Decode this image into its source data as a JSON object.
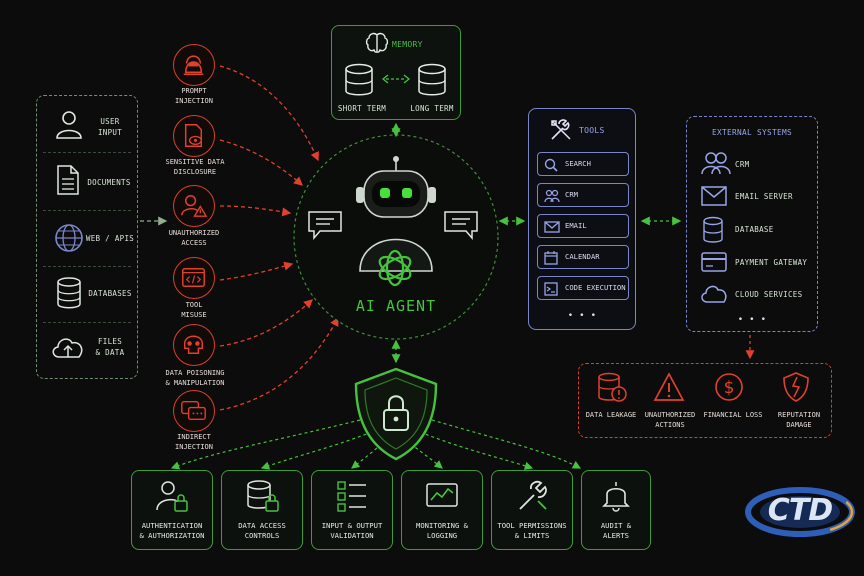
{
  "inputs": {
    "items": [
      "USER\nINPUT",
      "DOCUMENTS",
      "WEB / APIS",
      "DATABASES",
      "FILES\n& DATA"
    ]
  },
  "risks": {
    "items": [
      "PROMPT\nINJECTION",
      "SENSITIVE DATA\nDISCLOSURE",
      "UNAUTHORIZED\nACCESS",
      "TOOL\nMISUSE",
      "DATA POISONING\n& MANIPULATION",
      "INDIRECT\nINJECTION"
    ]
  },
  "memory": {
    "title": "MEMORY",
    "short_term": "SHORT TERM",
    "long_term": "LONG TERM"
  },
  "agent": {
    "title": "AI AGENT"
  },
  "tools": {
    "title": "TOOLS",
    "items": [
      "SEARCH",
      "CRM",
      "EMAIL",
      "CALENDAR",
      "CODE EXECUTION"
    ],
    "more": "• • •"
  },
  "external": {
    "title": "EXTERNAL SYSTEMS",
    "items": [
      "CRM",
      "EMAIL SERVER",
      "DATABASE",
      "PAYMENT GATEWAY",
      "CLOUD SERVICES"
    ],
    "more": "• • •"
  },
  "impacts": {
    "items": [
      "DATA LEAKAGE",
      "UNAUTHORIZED\nACTIONS",
      "FINANCIAL LOSS",
      "REPUTATION\nDAMAGE"
    ]
  },
  "controls": {
    "items": [
      "AUTHENTICATION\n& AUTHORIZATION",
      "DATA ACCESS\nCONTROLS",
      "INPUT & OUTPUT\nVALIDATION",
      "MONITORING &\nLOGGING",
      "TOOL PERMISSIONS\n& LIMITS",
      "AUDIT &\nALERTS"
    ]
  },
  "logo": {
    "text": "CTD"
  },
  "colors": {
    "green": "#46c23f",
    "red": "#e0402c",
    "blue": "#7b86c8",
    "orange": "#e2a64a"
  }
}
